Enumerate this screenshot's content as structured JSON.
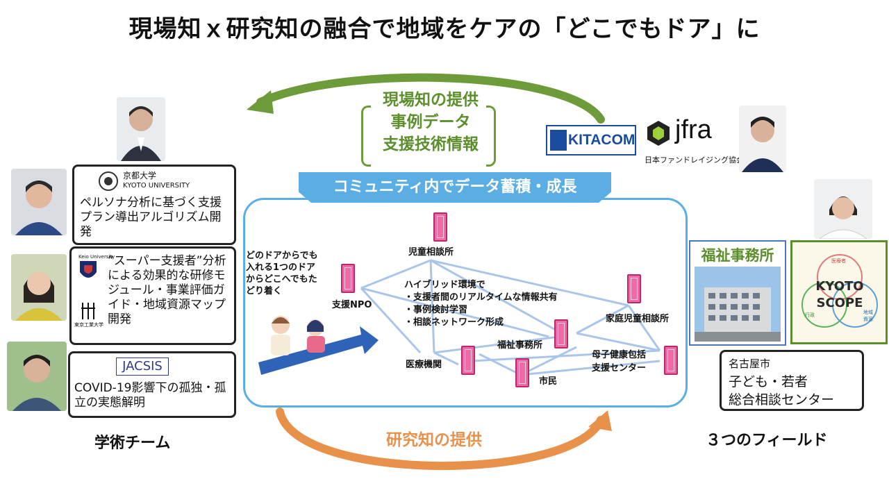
{
  "title": "現場知ｘ研究知の融合で地域をケアの「どこでもドア」に",
  "top_arrow": {
    "lines": [
      "現場知の提供",
      "事例データ",
      "支援技術情報"
    ],
    "color": "#6d9b3a"
  },
  "bottom_arrow": {
    "label": "研究知の提供",
    "color": "#e8914a"
  },
  "partners": {
    "kitacom": "KITACOM",
    "jfra": "jfra",
    "jfra_sub": "日本ファンドレイジング協会"
  },
  "academic": {
    "team_label": "学術チーム",
    "cards": [
      {
        "logo_line1": "京都大学",
        "logo_line2": "KYOTO UNIVERSITY",
        "text": "ペルソナ分析に基づく支援プラン導出アルゴリズム開発"
      },
      {
        "logo_top": "Keio University",
        "logo_bottom": "東京工業大学",
        "text": "”スーパー支援者”分析による効果的な研修モジュール・事業評価ガイド・地域資源マップ開発"
      },
      {
        "logo": "JACSIS",
        "text": "COVID-19影響下の孤独・孤立の実態解明"
      }
    ]
  },
  "community": {
    "banner": "コミュニティ内でデータ蓄積・成長",
    "intro": "どのドアからでも入れる1つのドアからどこへでもたどり着く",
    "hybrid_title": "ハイブリッド環境で",
    "hybrid_items": [
      "・支援者間のリアルタイムな情報共有",
      "・事例検討学習",
      "・相談ネットワーク形成"
    ],
    "nodes": {
      "jido": "児童相談所",
      "npo": "支援NPO",
      "katei": "家庭児童相談所",
      "fukushi": "福祉事務所",
      "iryo": "医療機関",
      "boshi1": "母子健康包括",
      "boshi2": "支援センター",
      "shimin": "市民"
    },
    "line_color": "#a9c6ea",
    "accent": "#5aaee4"
  },
  "fields": {
    "label": "３つのフィールド",
    "welfare_title": "福祉事務所",
    "kyoto_scope": "KYOTO SCOPE",
    "kyoto_scope_circles": [
      "医療者",
      "行政",
      "地域資源"
    ],
    "nagoya": [
      "名古屋市",
      "子ども・若者",
      "総合相談センター"
    ]
  }
}
